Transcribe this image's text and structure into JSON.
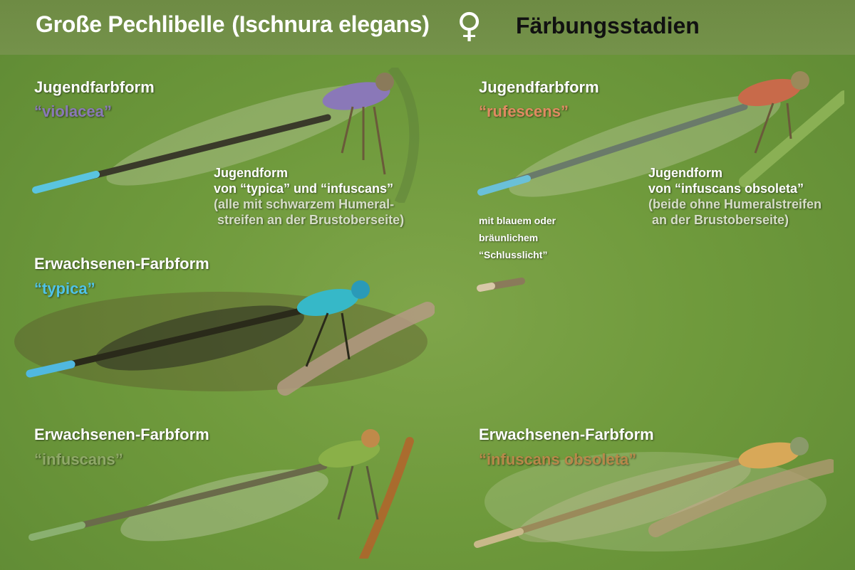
{
  "header": {
    "title": "Große Pechlibelle",
    "latin": "(Ischnura elegans)",
    "female_symbol": "♀",
    "subtitle": "Färbungsstadien"
  },
  "panels": {
    "violacea": {
      "heading": "Jugendfarbform",
      "form": "“violacea”",
      "color": "#8a78b8"
    },
    "rufescens": {
      "heading": "Jugendfarbform",
      "form": "“rufescens”",
      "color": "#e08a62"
    },
    "typica": {
      "heading": "Erwachsenen-Farbform",
      "form": "“typica”",
      "color": "#4fc3e8"
    },
    "infuscans": {
      "heading": "Erwachsenen-Farbform",
      "form": "“infuscans”",
      "color": "#8fa868"
    },
    "obsoleta": {
      "heading": "Erwachsenen-Farbform",
      "form": "“infuscans obsoleta”",
      "color": "#b8884a"
    }
  },
  "notes": {
    "left": {
      "line1": "Jugendform",
      "line2": "von “typica” und “infuscans”",
      "line3": "(alle mit schwarzem Humeral-",
      "line4": " streifen an der Brustoberseite)"
    },
    "right": {
      "line1": "Jugendform",
      "line2": "von “infuscans obsoleta”",
      "line3": "(beide ohne Humeralstreifen",
      "line4": " an der Brustoberseite)"
    },
    "taillight": {
      "line1": "mit blauem oder",
      "line2": "bräunlichem",
      "line3": "“Schlusslicht”"
    }
  }
}
